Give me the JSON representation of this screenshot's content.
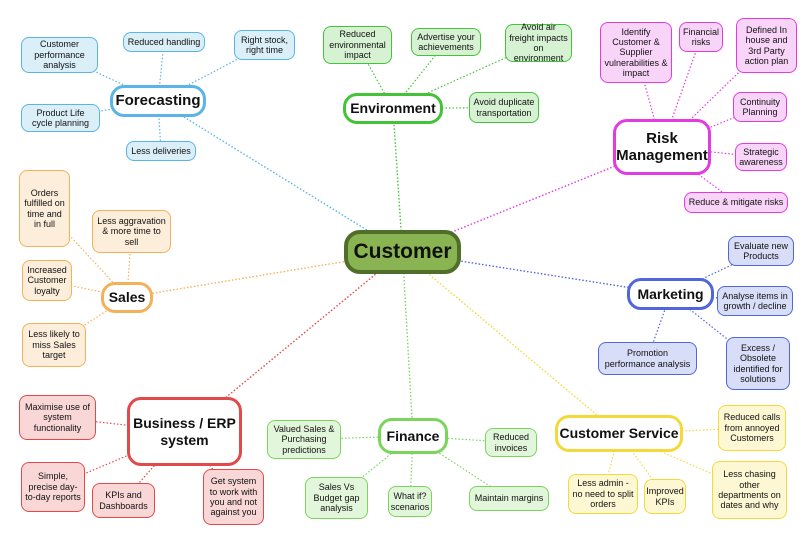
{
  "colors": {
    "center": "#8ab452",
    "forecasting": "#5ab4e5",
    "environment": "#44c339",
    "risk": "#e33be2",
    "sales": "#f5b05a",
    "marketing": "#4f66dd",
    "erp": "#e24a4a",
    "finance": "#7bd55c",
    "service": "#f4d93b"
  },
  "diagram": {
    "center": {
      "label": "Customer"
    },
    "branches": [
      {
        "key": "forecasting",
        "label": "Forecasting",
        "leaves": [
          "Customer performance analysis",
          "Reduced handling",
          "Right stock, right time",
          "Product Life cycle planning",
          "Less deliveries"
        ]
      },
      {
        "key": "environment",
        "label": "Environment",
        "leaves": [
          "Reduced environmental impact",
          "Advertise your achievements",
          "Avoid air freight impacts on environment",
          "Avoid duplicate transportation"
        ]
      },
      {
        "key": "risk",
        "label": "Risk Management",
        "leaves": [
          "Identify Customer & Supplier vulnerabilities & impact",
          "Financial risks",
          "Defined In house and 3rd Party action plan",
          "Continuity Planning",
          "Strategic awareness",
          "Reduce & mitigate risks"
        ]
      },
      {
        "key": "sales",
        "label": "Sales",
        "leaves": [
          "Orders fulfilled on time and in full",
          "Less aggravation & more time to sell",
          "Increased Customer loyalty",
          "Less likely to miss Sales target"
        ]
      },
      {
        "key": "marketing",
        "label": "Marketing",
        "leaves": [
          "Evaluate new Products",
          "Analyse items in growth / decline",
          "Excess / Obsolete identified for solutions",
          "Promotion performance analysis"
        ]
      },
      {
        "key": "erp",
        "label": "Business / ERP system",
        "leaves": [
          "Maximise use of system functionality",
          "Simple, precise day-to-day reports",
          "KPIs and Dashboards",
          "Get system to work with you and not against you"
        ]
      },
      {
        "key": "finance",
        "label": "Finance",
        "leaves": [
          "Valued Sales & Purchasing predictions",
          "Reduced invoices",
          "Sales Vs Budget gap analysis",
          "What if? scenarios",
          "Maintain margins"
        ]
      },
      {
        "key": "service",
        "label": "Customer Service",
        "leaves": [
          "Reduced calls from annoyed Customers",
          "Less admin - no need to split orders",
          "Improved KPIs",
          "Less chasing other departments on dates and why"
        ]
      }
    ]
  }
}
